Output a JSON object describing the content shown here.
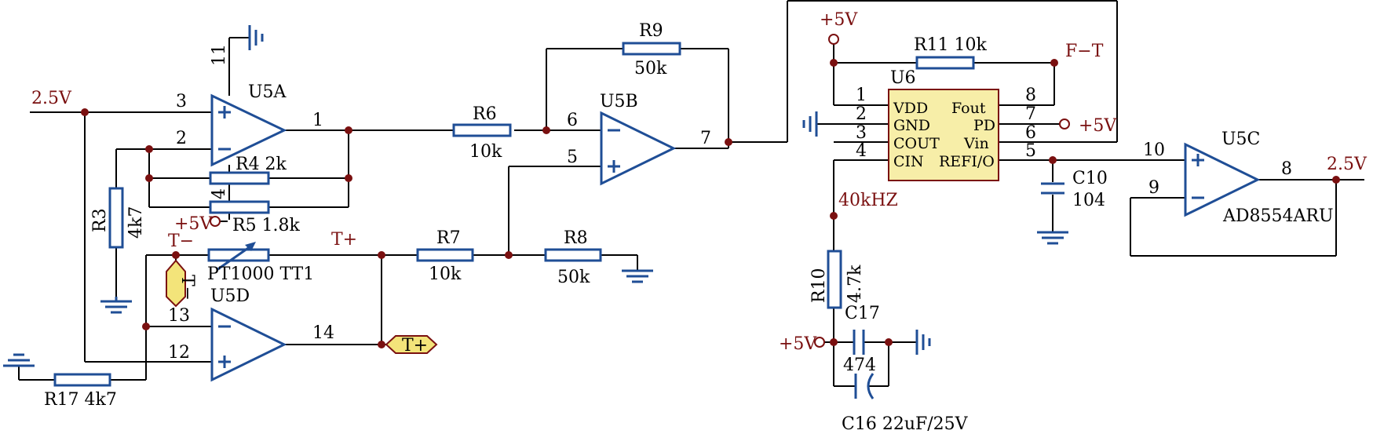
{
  "nets": {
    "v25_in": "2.5V",
    "v25_out": "2.5V",
    "v5_u5": "+5V",
    "v5_top": "+5V",
    "v5_pd": "+5V",
    "v5_c17": "+5V",
    "t_minus": "T−",
    "t_plus": "T+",
    "f_t": "F−T",
    "clk": "40kHZ"
  },
  "flags": {
    "t_minus": "T−",
    "t_plus": "T+"
  },
  "opamps": {
    "u5a": {
      "ref": "U5A",
      "pin_plus": "3",
      "pin_minus": "2",
      "pin_out": "1",
      "pin_pwr": "11",
      "pin_v": "4"
    },
    "u5b": {
      "ref": "U5B",
      "pin_minus": "6",
      "pin_plus": "5",
      "pin_out": "7"
    },
    "u5c": {
      "ref": "U5C",
      "pin_plus": "10",
      "pin_minus": "9",
      "pin_out": "8",
      "part": "AD8554ARU"
    },
    "u5d": {
      "ref": "U5D",
      "pin_minus": "13",
      "pin_plus": "12",
      "pin_out": "14"
    }
  },
  "resistors": {
    "r3": {
      "ref": "R3",
      "value": "4k7"
    },
    "r4": {
      "label": "R4 2k"
    },
    "r5": {
      "label": "R5 1.8k"
    },
    "r6": {
      "ref": "R6",
      "value": "10k"
    },
    "r7": {
      "ref": "R7",
      "value": "10k"
    },
    "r8": {
      "ref": "R8",
      "value": "50k"
    },
    "r9": {
      "ref": "R9",
      "value": "50k"
    },
    "r10": {
      "ref": "R10",
      "value": "4.7k"
    },
    "r11": {
      "label": "R11 10k"
    },
    "r17": {
      "label": "R17 4k7"
    },
    "pt": {
      "label": "PT1000 TT1"
    }
  },
  "caps": {
    "c10": {
      "ref": "C10",
      "value": "104"
    },
    "c16": {
      "label": "C16 22uF/25V"
    },
    "c17": {
      "ref": "C17",
      "value": "474"
    }
  },
  "u6": {
    "ref": "U6",
    "left_pins": [
      {
        "num": "1",
        "name": "VDD"
      },
      {
        "num": "2",
        "name": "GND"
      },
      {
        "num": "3",
        "name": "COUT"
      },
      {
        "num": "4",
        "name": "CIN"
      }
    ],
    "right_pins": [
      {
        "num": "8",
        "name": "Fout"
      },
      {
        "num": "7",
        "name": "PD"
      },
      {
        "num": "6",
        "name": "Vin"
      },
      {
        "num": "5",
        "name": "REFI/O"
      }
    ]
  }
}
